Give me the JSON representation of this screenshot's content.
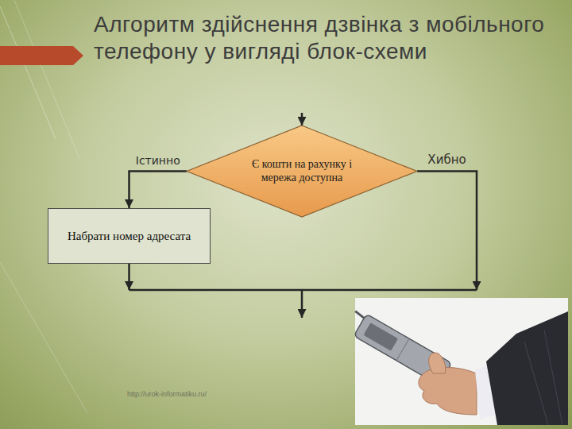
{
  "diagram": {
    "title": "Алгоритм здійснення дзвінка з мобільного телефону у вигляді блок-схеми",
    "nodes": [
      {
        "text": [
          "Є кошти на рахунку і мережа доступна"
        ]
      },
      {
        "text": [
          "Набрати номер адресата"
        ]
      }
    ],
    "edges": [
      {
        "from": 0,
        "to": 1,
        "arrow": "to",
        "label": "Істинно"
      }
    ],
    "labels": [
      "Хибно",
      "http://urok-informatiku.ru/"
    ]
  }
}
